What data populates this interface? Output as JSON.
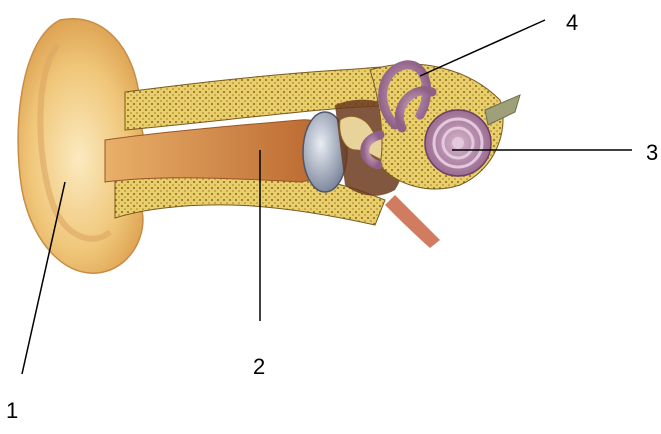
{
  "diagram": {
    "subject": "ear-cross-section",
    "labels": [
      {
        "id": "1",
        "text": "1"
      },
      {
        "id": "2",
        "text": "2"
      },
      {
        "id": "3",
        "text": "3"
      },
      {
        "id": "4",
        "text": "4"
      }
    ]
  },
  "colors": {
    "background": "#ffffff",
    "skin": "#f0c77a",
    "canal": "#d08a4a",
    "bone": "#e8cf6a",
    "bone_dots": "#7a5a20",
    "eardrum": "#8a93a6",
    "inner_ear": "#b48aa8",
    "leader_line": "#000000"
  }
}
